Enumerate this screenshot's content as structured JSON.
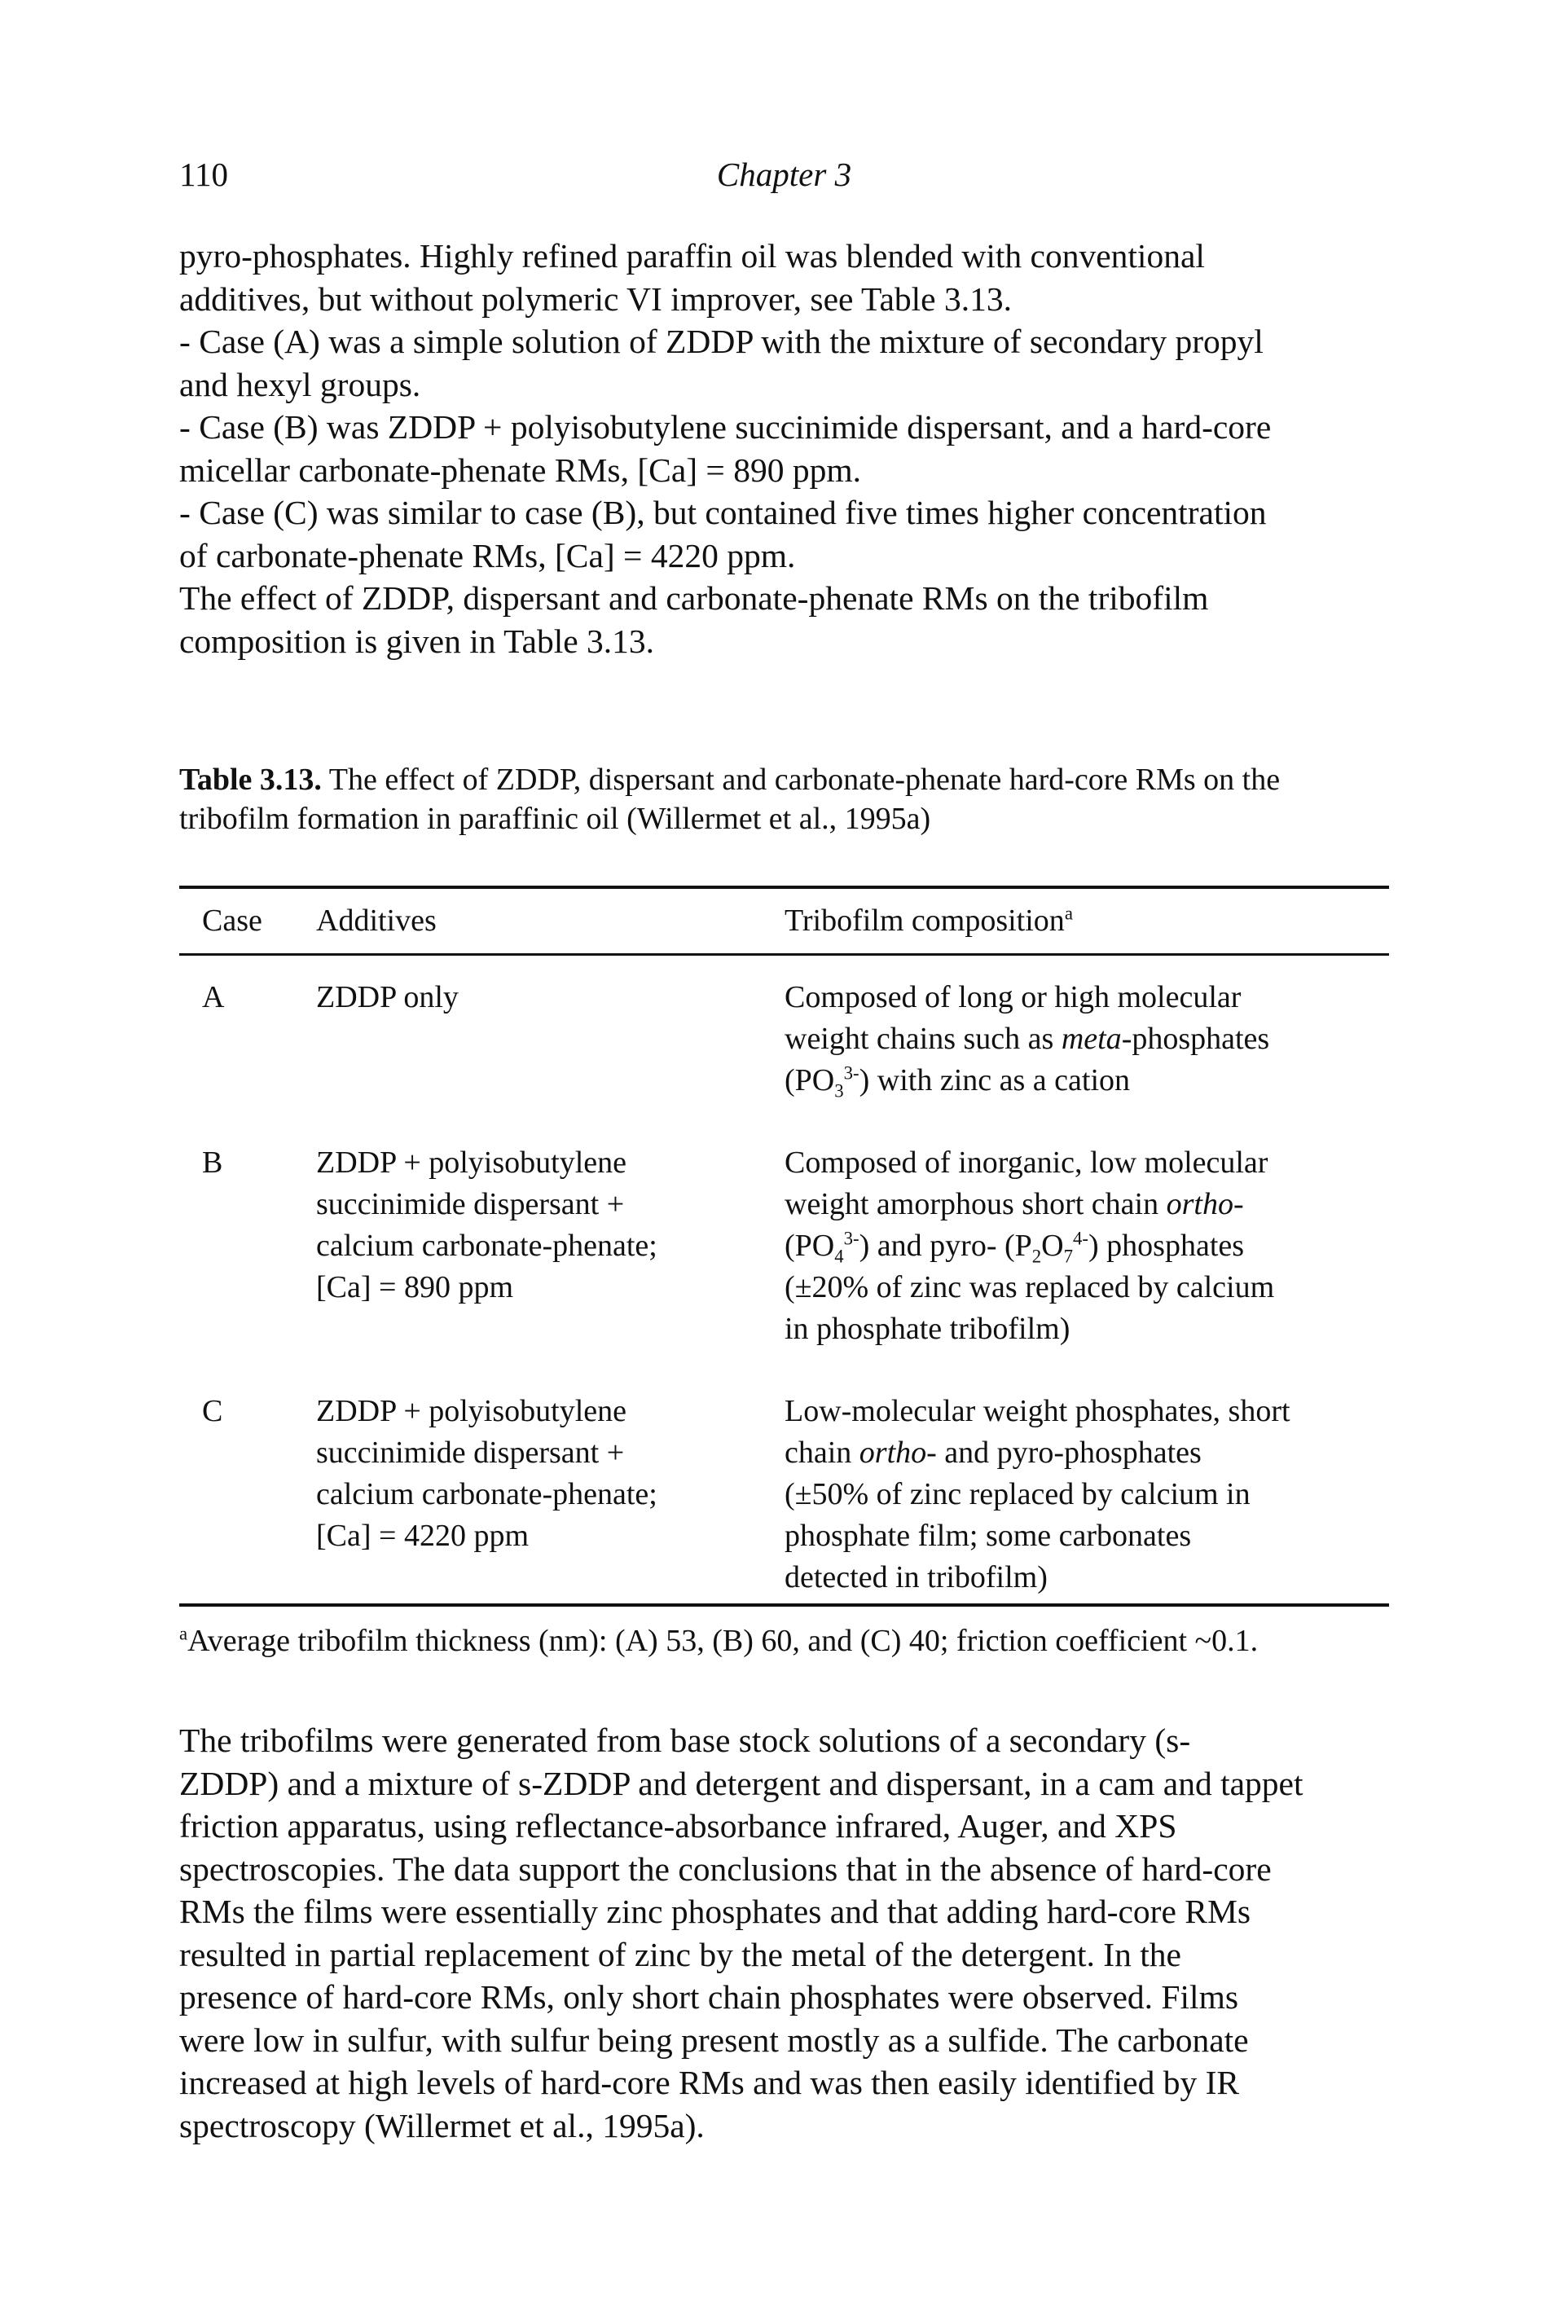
{
  "header": {
    "page_number": "110",
    "running_title": "Chapter 3"
  },
  "intro": {
    "lines": [
      "pyro-phosphates. Highly refined paraffin oil was blended with conventional",
      "additives, but without polymeric VI improver, see Table 3.13."
    ],
    "cases": [
      [
        "- Case (A) was a simple solution of ZDDP with the mixture of secondary propyl",
        "and hexyl groups."
      ],
      [
        "- Case (B) was ZDDP + polyisobutylene succinimide dispersant, and a hard-core",
        "micellar carbonate-phenate RMs, [Ca] = 890 ppm."
      ],
      [
        "- Case (C) was similar to case (B), but contained five times higher concentration",
        "of carbonate-phenate RMs, [Ca] = 4220 ppm."
      ]
    ],
    "effect_lines": [
      "The effect of ZDDP, dispersant and carbonate-phenate RMs on the tribofilm",
      "composition is given in Table 3.13."
    ]
  },
  "table": {
    "caption_label": "Table 3.13.",
    "caption_line1": " The effect of ZDDP, dispersant and carbonate-phenate hard-core RMs on the",
    "caption_line2": "tribofilm formation in paraffinic oil (Willermet et al., 1995a)",
    "headers": {
      "case": "Case",
      "additives": "Additives",
      "composition": "Tribofilm composition",
      "composition_mark": "a"
    },
    "rows": [
      {
        "case": "A",
        "additives": [
          "ZDDP only"
        ],
        "composition": {
          "l1": "Composed of long or high molecular",
          "l2_pre": "weight chains such as ",
          "l2_italic": "meta",
          "l2_post": "-phosphates",
          "l3_open": "(PO",
          "l3_sub": "3",
          "l3_sup": "3-",
          "l3_close": ") with zinc as a cation"
        }
      },
      {
        "case": "B",
        "additives": [
          "ZDDP + polyisobutylene",
          "succinimide dispersant +",
          "calcium carbonate-phenate;",
          "[Ca] = 890 ppm"
        ],
        "composition": {
          "l1": "Composed of inorganic, low molecular",
          "l2_pre": "weight amorphous short chain ",
          "l2_italic": "ortho-",
          "l3_a": "(PO",
          "l3_a_sub": "4",
          "l3_a_sup": "3-",
          "l3_b": ") and pyro- (P",
          "l3_b_sub": "2",
          "l3_c": "O",
          "l3_c_sub": "7",
          "l3_c_sup": "4-",
          "l3_d": ") phosphates",
          "l4": "(±20% of zinc was replaced by calcium",
          "l5": "in phosphate tribofilm)"
        }
      },
      {
        "case": "C",
        "additives": [
          "ZDDP + polyisobutylene",
          "succinimide dispersant +",
          "calcium carbonate-phenate;",
          "[Ca] = 4220 ppm"
        ],
        "composition": {
          "l1": "Low-molecular weight phosphates, short",
          "l2_pre": "chain ",
          "l2_italic": "ortho-",
          "l2_post": " and pyro-phosphates",
          "l3": "(±50% of zinc replaced by calcium in",
          "l4": "phosphate film; some carbonates",
          "l5": "detected in tribofilm)"
        }
      }
    ],
    "footnote_mark": "a",
    "footnote": "Average tribofilm thickness (nm): (A) 53, (B) 60, and (C) 40; friction coefficient ~0.1."
  },
  "closing": {
    "lines": [
      "The tribofilms were generated from base stock solutions of a secondary (s-",
      "ZDDP) and a mixture of s-ZDDP and detergent and dispersant, in a cam and tappet",
      "friction apparatus, using reflectance-absorbance infrared, Auger, and XPS",
      "spectroscopies. The data support the conclusions that in the absence of hard-core",
      "RMs the films were essentially zinc phosphates and that adding hard-core RMs",
      "resulted in partial replacement of zinc by the metal of the detergent. In the",
      "presence of hard-core RMs, only short chain phosphates were observed. Films",
      "were low in sulfur, with sulfur being present mostly as a sulfide. The carbonate",
      "increased at high levels of hard-core RMs and was then easily identified by IR",
      "spectroscopy (Willermet et al., 1995a)."
    ]
  }
}
